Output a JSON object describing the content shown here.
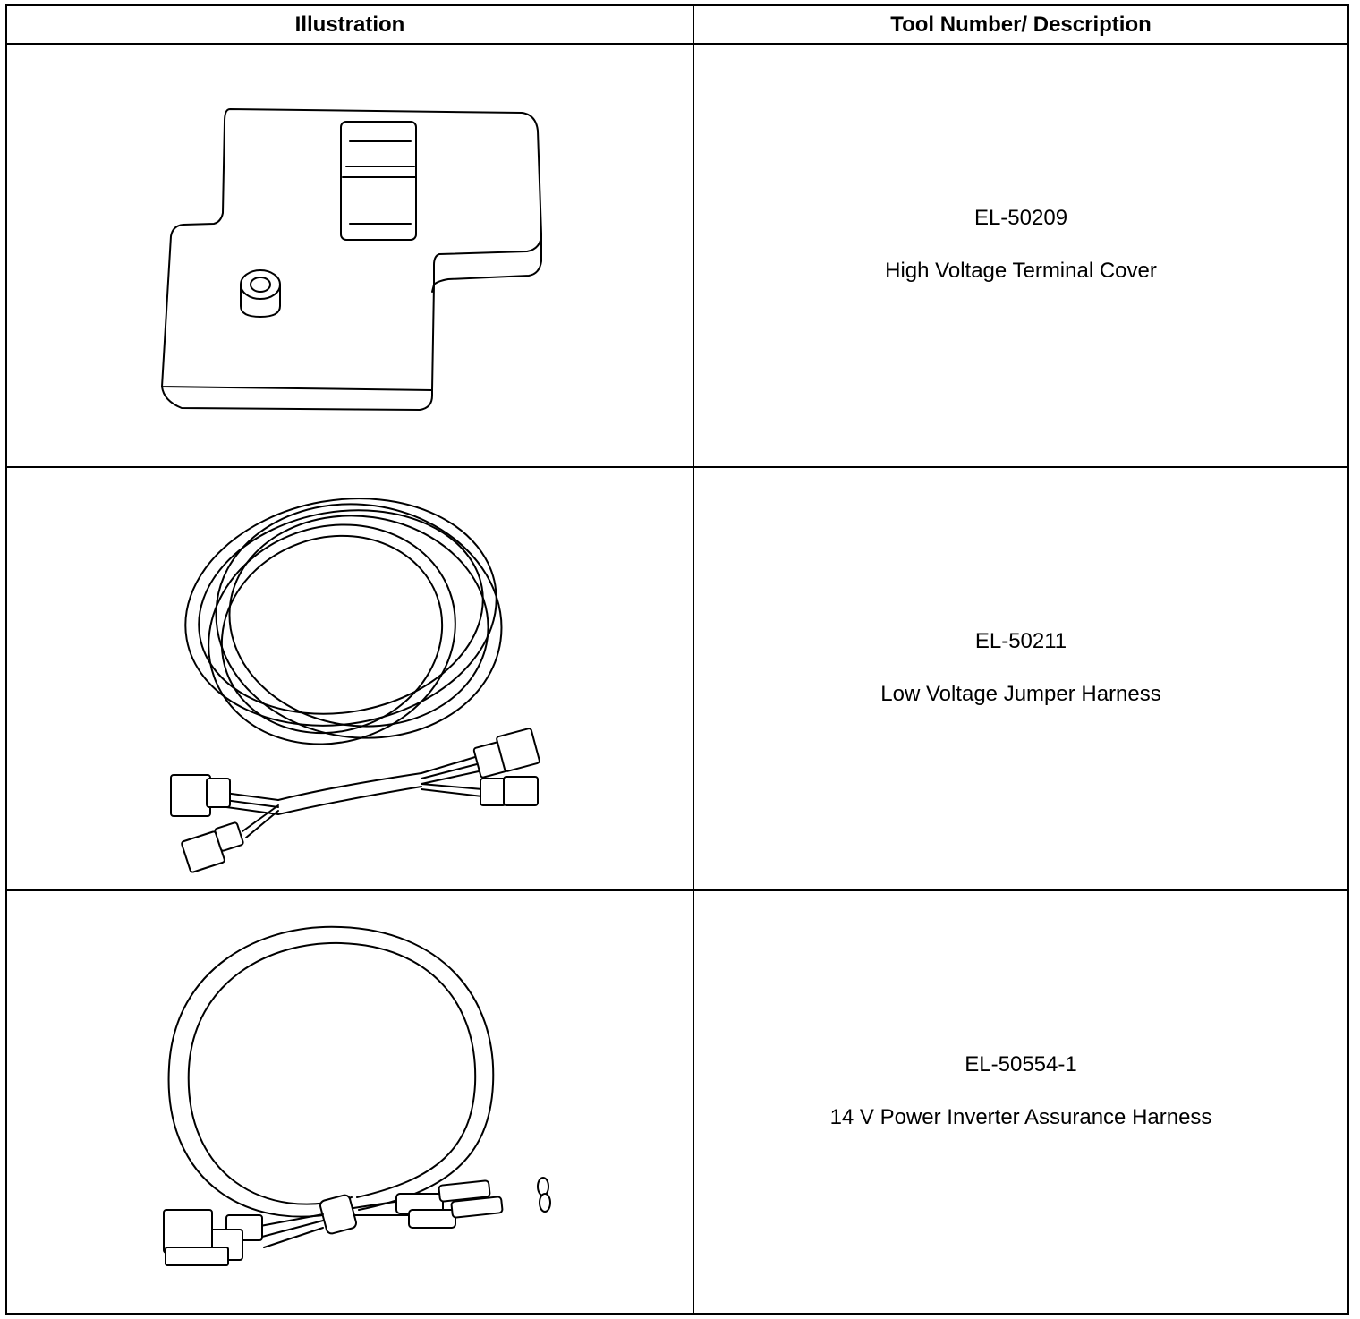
{
  "table": {
    "headers": {
      "illustration": "Illustration",
      "tool": "Tool Number/ Description"
    },
    "rows": [
      {
        "tool_number": "EL-50209",
        "description": "High Voltage Terminal Cover",
        "illustration_icon": "terminal-cover-icon"
      },
      {
        "tool_number": "EL-50211",
        "description": "Low Voltage Jumper Harness",
        "illustration_icon": "jumper-harness-icon"
      },
      {
        "tool_number": "EL-50554-1",
        "description": "14 V Power Inverter Assurance Harness",
        "illustration_icon": "assurance-harness-icon"
      }
    ]
  },
  "colors": {
    "line": "#000000",
    "background": "#ffffff"
  }
}
